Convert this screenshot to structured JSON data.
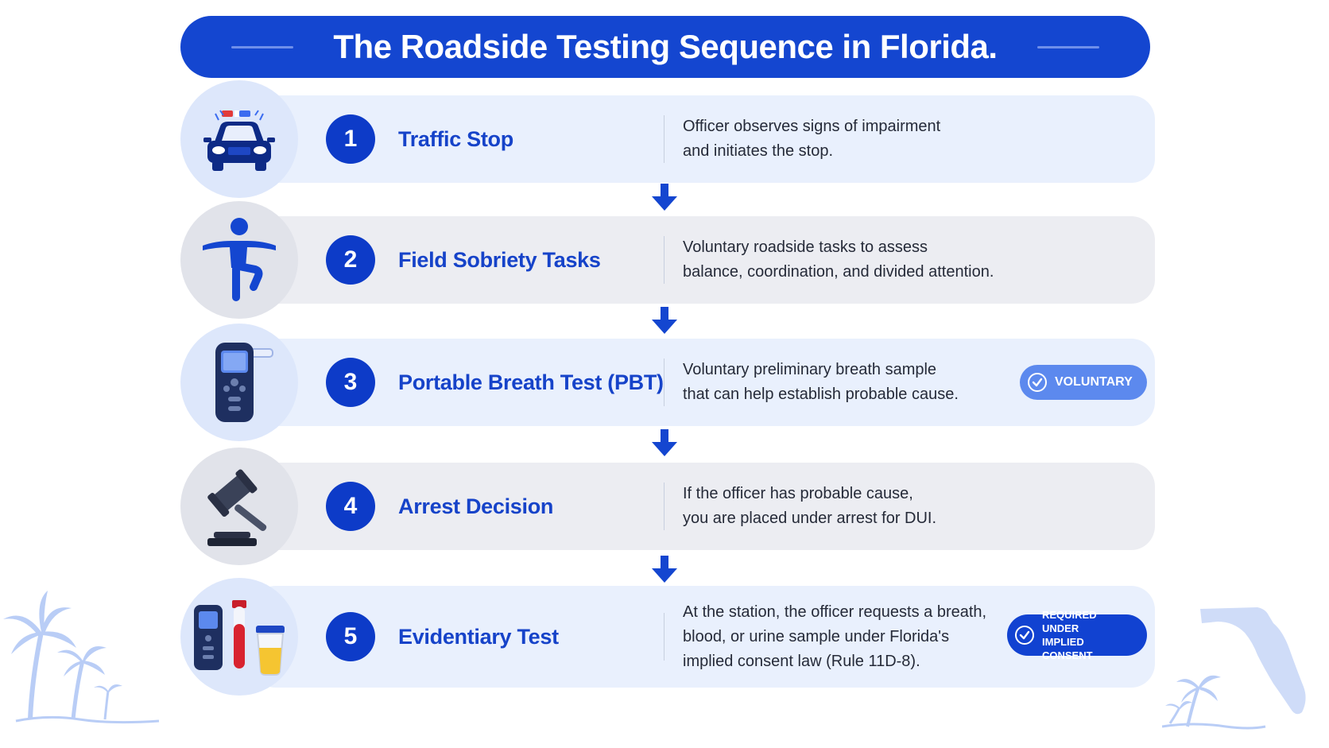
{
  "title": "The Roadside Testing Sequence in Florida.",
  "colors": {
    "primary": "#1446d0",
    "title_text": "#1643c9",
    "card_light": "#e9f0fd",
    "card_grey": "#ecedf2",
    "badge_voluntary": "#5c89ee",
    "badge_required": "#1142d1",
    "decor": "#b9cdf6"
  },
  "steps": [
    {
      "number": "1",
      "title": "Traffic Stop",
      "description": "Officer observes signs of impairment\nand initiates the stop.",
      "icon": "police-car-icon"
    },
    {
      "number": "2",
      "title": "Field Sobriety Tasks",
      "description": "Voluntary roadside tasks to assess\nbalance, coordination, and divided attention.",
      "icon": "one-leg-stand-icon"
    },
    {
      "number": "3",
      "title": "Portable Breath Test (PBT)",
      "description": "Voluntary preliminary breath sample\nthat can help establish probable cause.",
      "icon": "breathalyzer-icon",
      "badge": "VOLUNTARY"
    },
    {
      "number": "4",
      "title": "Arrest Decision",
      "description": "If the officer has probable cause,\nyou are placed under arrest for DUI.",
      "icon": "gavel-icon"
    },
    {
      "number": "5",
      "title": "Evidentiary Test",
      "description": "At the station, the officer requests a breath,\nblood, or urine sample under Florida's\nimplied consent law (Rule 11D-8).",
      "icon": "test-samples-icon",
      "badge": "REQUIRED UNDER\nIMPLIED CONSENT"
    }
  ]
}
